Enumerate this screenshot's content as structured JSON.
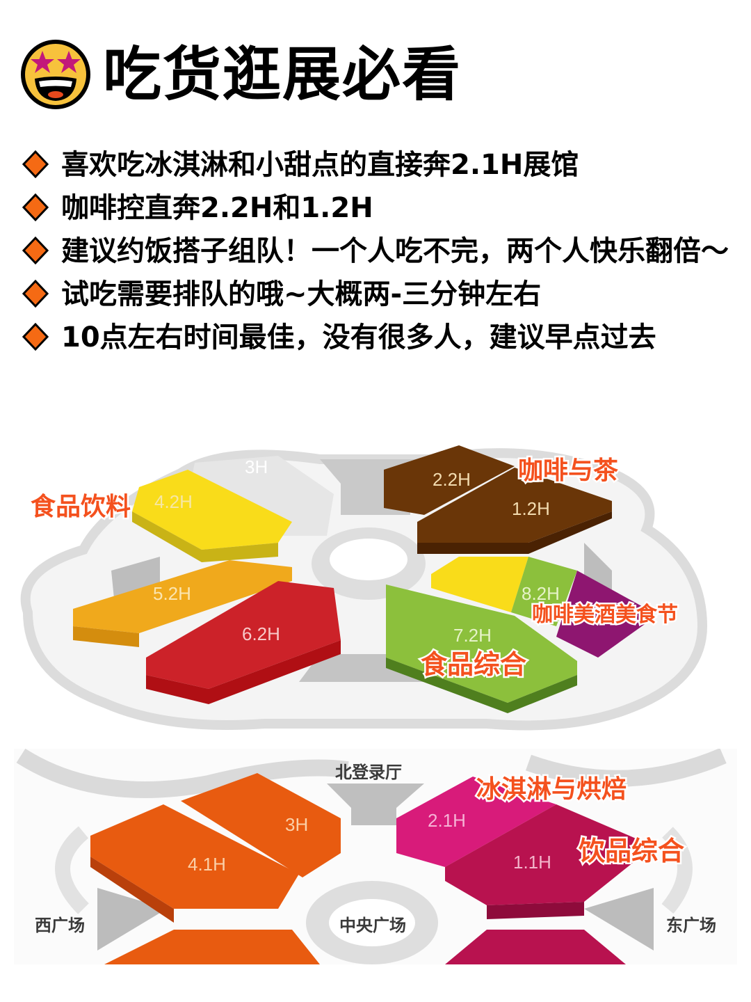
{
  "header": {
    "emoji_icon": "star-struck-face-icon",
    "title": "吃货逛展必看"
  },
  "tips": [
    {
      "icon": "orange-diamond-icon",
      "text": "喜欢吃冰淇淋和小甜点的直接奔2.1H展馆"
    },
    {
      "icon": "orange-diamond-icon",
      "text": "咖啡控直奔2.2H和1.2H"
    },
    {
      "icon": "orange-diamond-icon",
      "text": "建议约饭搭子组队！一个人吃不完，两个人快乐翻倍～"
    },
    {
      "icon": "orange-diamond-icon",
      "text": "试吃需要排队的哦~大概两-三分钟左右"
    },
    {
      "icon": "orange-diamond-icon",
      "text": "10点左右时间最佳，没有很多人，建议早点过去"
    }
  ],
  "colors": {
    "accent_orange": "#f4511e",
    "diamond_fill": "#f56a14",
    "hall_yellow": "#f9dc1a",
    "hall_amber": "#f0a91c",
    "hall_red": "#cc2229",
    "hall_brown": "#6a3608",
    "hall_green": "#8cc03c",
    "hall_purple": "#8e1670",
    "hall_orange": "#e85b10",
    "hall_magenta": "#d81b7a",
    "hall_crimson": "#b8124f",
    "path_gray": "#e2e2e2"
  },
  "map_upper": {
    "halls": [
      {
        "id": "3H",
        "label": "3H"
      },
      {
        "id": "4.2H",
        "label": "4.2H"
      },
      {
        "id": "5.2H",
        "label": "5.2H"
      },
      {
        "id": "6.2H",
        "label": "6.2H"
      },
      {
        "id": "2.2H",
        "label": "2.2H"
      },
      {
        "id": "1.2H",
        "label": "1.2H"
      },
      {
        "id": "8.2H",
        "label": "8.2H"
      },
      {
        "id": "7.2H",
        "label": "7.2H"
      }
    ],
    "annotations": [
      {
        "text": "食品饮料"
      },
      {
        "text": "咖啡与茶"
      },
      {
        "text": "咖啡美酒美食节"
      },
      {
        "text": "食品综合"
      }
    ]
  },
  "map_lower": {
    "halls": [
      {
        "id": "4.1H",
        "label": "4.1H"
      },
      {
        "id": "3H",
        "label": "3H"
      },
      {
        "id": "2.1H",
        "label": "2.1H"
      },
      {
        "id": "1.1H",
        "label": "1.1H"
      }
    ],
    "places": [
      {
        "text": "北登录厅"
      },
      {
        "text": "西广场"
      },
      {
        "text": "中央广场"
      },
      {
        "text": "东广场"
      }
    ],
    "annotations": [
      {
        "text": "冰淇淋与烘焙"
      },
      {
        "text": "饮品综合"
      }
    ]
  }
}
